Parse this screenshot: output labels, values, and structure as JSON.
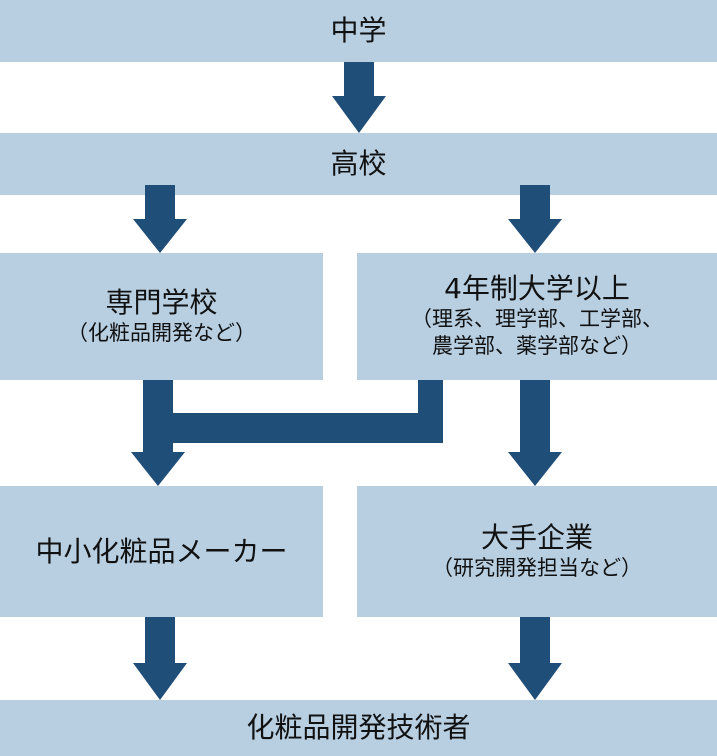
{
  "nodes": {
    "junior_high": {
      "title": "中学"
    },
    "high_school": {
      "title": "高校"
    },
    "vocational_school": {
      "title": "専門学校",
      "sub": "（化粧品開発など）"
    },
    "university": {
      "title": "4年制大学以上",
      "sub_line1": "（理系、理学部、工学部、",
      "sub_line2": "農学部、薬学部など）"
    },
    "small_maker": {
      "title": "中小化粧品メーカー"
    },
    "large_company": {
      "title": "大手企業",
      "sub": "（研究開発担当など）"
    },
    "engineer": {
      "title": "化粧品開発技術者"
    }
  },
  "colors": {
    "box": "#b8cfe2",
    "arrow": "#1f4e79"
  }
}
